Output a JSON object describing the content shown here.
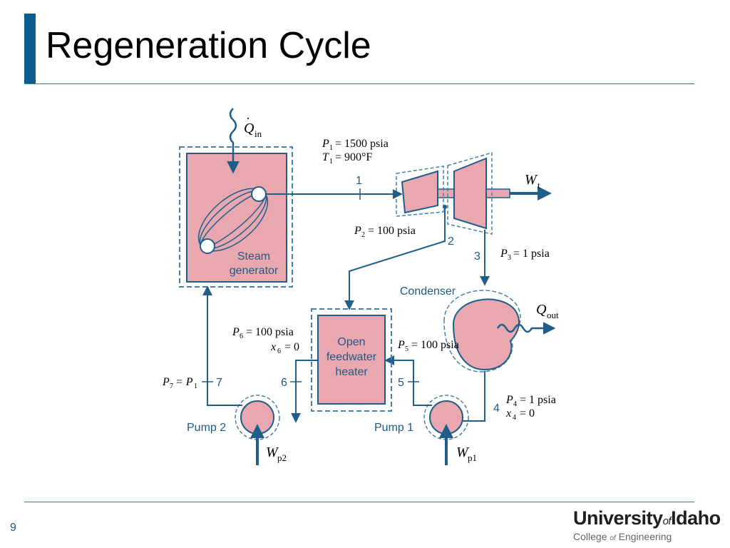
{
  "slide": {
    "title": "Regeneration Cycle",
    "page_number": "9"
  },
  "logo": {
    "main_pre": "University",
    "main_of": "of",
    "main_post": "Idaho",
    "sub_pre": "College ",
    "sub_of": "of",
    "sub_post": " Engineering"
  },
  "diagram": {
    "labels": {
      "q_in": "Q",
      "q_in_sub": "in",
      "q_out": "Q",
      "q_out_sub": "out",
      "w_t": "W",
      "w_t_sub": "t",
      "w_p1": "W",
      "w_p1_sub": "p1",
      "w_p2": "W",
      "w_p2_sub": "p2",
      "steam_generator_1": "Steam",
      "steam_generator_2": "generator",
      "condenser": "Condenser",
      "heater_1": "Open",
      "heater_2": "feedwater",
      "heater_3": "heater",
      "pump1": "Pump 1",
      "pump2": "Pump 2"
    },
    "state_numbers": {
      "s1": "1",
      "s2": "2",
      "s3": "3",
      "s4": "4",
      "s5": "5",
      "s6": "6",
      "s7": "7"
    },
    "conditions": {
      "p1": {
        "v": "P",
        "s": "1",
        "rest": "= 1500 psia"
      },
      "t1": {
        "v": "T",
        "s": "1",
        "rest": "= 900°F"
      },
      "p2": {
        "v": "P",
        "s": "2",
        "rest": "= 100 psia"
      },
      "p3": {
        "v": "P",
        "s": "3",
        "rest": "= 1 psia"
      },
      "p4": {
        "v": "P",
        "s": "4",
        "rest": "= 1 psia"
      },
      "x4": {
        "v": "x",
        "s": "4",
        "rest": "= 0"
      },
      "p5": {
        "v": "P",
        "s": "5",
        "rest": "= 100 psia"
      },
      "p6": {
        "v": "P",
        "s": "6",
        "rest": "= 100 psia"
      },
      "x6": {
        "v": "x",
        "s": "6",
        "rest": "= 0"
      },
      "p7": {
        "v": "P",
        "s": "7",
        "mid": "= P",
        "s2": "1"
      }
    },
    "colors": {
      "component_fill": "#e9a8b0",
      "line": "#1f5e8a",
      "dashed": "#4a7fa8"
    }
  }
}
